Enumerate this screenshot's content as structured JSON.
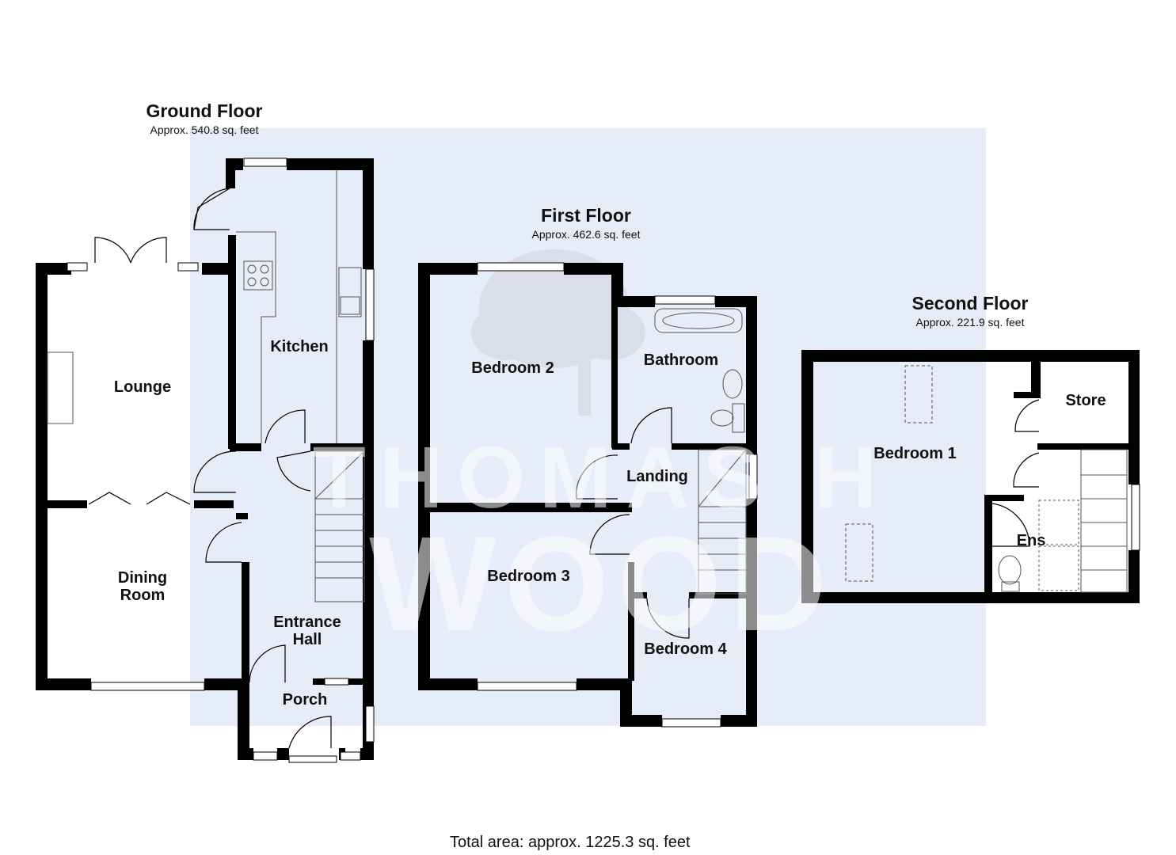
{
  "floors": {
    "ground": {
      "title": "Ground Floor",
      "area": "Approx. 540.8 sq. feet"
    },
    "first": {
      "title": "First Floor",
      "area": "Approx. 462.6 sq. feet"
    },
    "second": {
      "title": "Second Floor",
      "area": "Approx. 221.9 sq. feet"
    }
  },
  "rooms": {
    "lounge": "Lounge",
    "kitchen": "Kitchen",
    "dining_line1": "Dining",
    "dining_line2": "Room",
    "entrance_line1": "Entrance",
    "entrance_line2": "Hall",
    "porch": "Porch",
    "bedroom2": "Bedroom 2",
    "bathroom": "Bathroom",
    "landing": "Landing",
    "bedroom3": "Bedroom 3",
    "bedroom4": "Bedroom 4",
    "bedroom1": "Bedroom 1",
    "store": "Store",
    "ensuite": "Ens"
  },
  "total_area": "Total area: approx. 1225.3 sq. feet",
  "watermark": {
    "line1": "THOMAS H",
    "line2": "WOOD"
  },
  "colors": {
    "wall": "#000000",
    "backdrop": "#e6ecf8",
    "fixture": "#555555"
  }
}
